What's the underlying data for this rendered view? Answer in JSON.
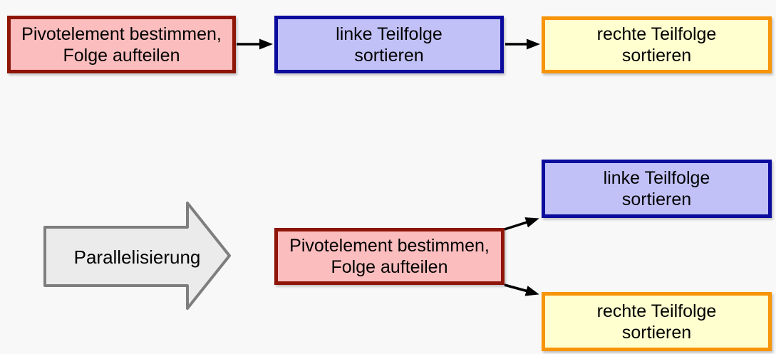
{
  "diagram": {
    "description_labels": {
      "transform_arrow": "Parallelisierung"
    },
    "boxes": {
      "seq_pivot": {
        "lines": [
          "Pivotelement bestimmen,",
          "Folge aufteilen"
        ]
      },
      "seq_left": {
        "lines": [
          "linke Teilfolge",
          "sortieren"
        ]
      },
      "seq_right": {
        "lines": [
          "rechte Teilfolge",
          "sortieren"
        ]
      },
      "par_pivot": {
        "lines": [
          "Pivotelement bestimmen,",
          "Folge aufteilen"
        ]
      },
      "par_left": {
        "lines": [
          "linke Teilfolge",
          "sortieren"
        ]
      },
      "par_right": {
        "lines": [
          "rechte Teilfolge",
          "sortieren"
        ]
      }
    },
    "colors": {
      "background": "#f8f8f8",
      "pivot_fill": "#fbbdbd",
      "pivot_border": "#8e1507",
      "left_fill": "#c1c1f8",
      "left_border": "#0b0b9d",
      "right_fill": "#ffffcf",
      "right_border": "#f79407",
      "transform_arrow_fill": "#ebebeb",
      "transform_arrow_border": "#7e7e7e",
      "connector": "#000000",
      "text": "#000000"
    }
  }
}
